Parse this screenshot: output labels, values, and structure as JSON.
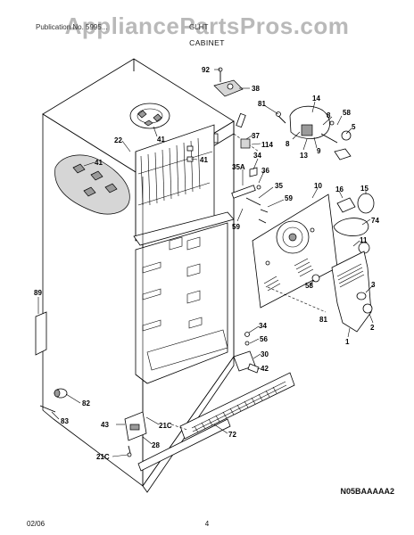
{
  "watermark": "AppliancePartsPros.com",
  "header": {
    "left_text": "Publication No. 5995...",
    "right_text": "GLHT",
    "section_title": "CABINET"
  },
  "diagram_code": "N05BAAAAA2",
  "footer": {
    "date": "02/06",
    "page": "4"
  },
  "callouts": {
    "c92": "92",
    "c38": "38",
    "c81a": "81",
    "c14": "14",
    "c58a": "58",
    "c8a": "8",
    "c5": "5",
    "c8b": "8",
    "c13": "13",
    "c9": "9",
    "c22": "22",
    "c41a": "41",
    "c37": "37",
    "c114": "114",
    "c41b": "41",
    "c41c": "41",
    "c34a": "34",
    "c35A": "35A",
    "c36": "36",
    "c35": "35",
    "c10": "10",
    "c16": "16",
    "c15": "15",
    "c59a": "59",
    "c59b": "59",
    "c74": "74",
    "c11": "11",
    "c3": "3",
    "c58b": "58",
    "c89": "89",
    "c81b": "81",
    "c2": "2",
    "c1": "1",
    "c34b": "34",
    "c56": "56",
    "c30": "30",
    "c42": "42",
    "c82": "82",
    "c83": "83",
    "c21Ca": "21C",
    "c72": "72",
    "c43": "43",
    "c28": "28",
    "c21Cb": "21C"
  }
}
